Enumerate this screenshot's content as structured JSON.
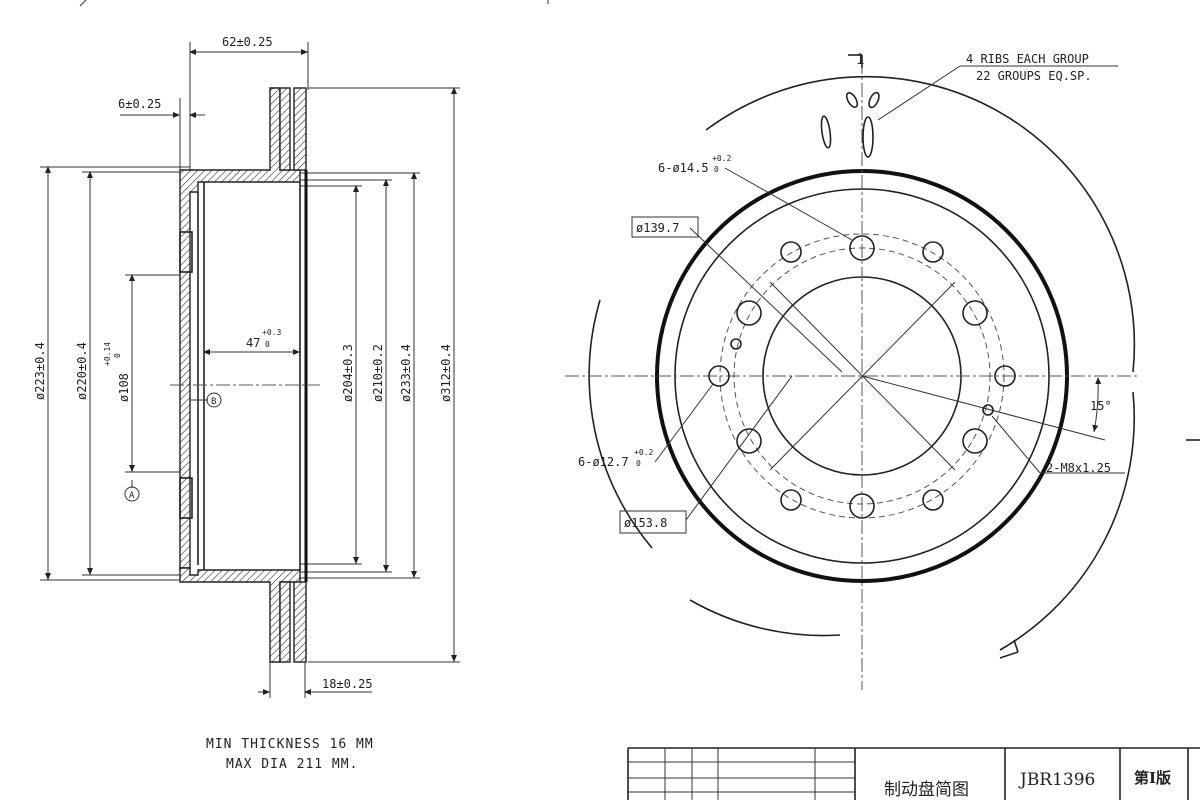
{
  "side_view": {
    "dim_width": "62±0.25",
    "dim_flange": "6±0.25",
    "dim_d223": "ø223±0.4",
    "dim_d220": "ø220±0.4",
    "dim_d108": "ø108",
    "dim_d108_tol": "+0.14",
    "dim_d108_tol2": "0",
    "dim_depth": "47",
    "dim_depth_tol": "+0.3",
    "dim_depth_tol2": "0",
    "dim_d204": "ø204±0.3",
    "dim_d210": "ø210±0.2",
    "dim_d233": "ø233±0.4",
    "dim_d312": "ø312±0.4",
    "dim_thickness": "18±0.25",
    "datum_a": "A",
    "datum_b": "B"
  },
  "notes": {
    "min_thickness": "MIN THICKNESS 16 MM",
    "max_dia": "MAX DIA 211 MM."
  },
  "front_view": {
    "section_mark": "1",
    "ribs_line1": "4 RIBS EACH GROUP",
    "ribs_line2": "22 GROUPS EQ.SP.",
    "holes_large": "6-ø14.5",
    "holes_large_tol": "+0.2",
    "holes_large_tol2": "0",
    "pcd_small": "ø139.7",
    "holes_small": "6-ø12.7",
    "holes_small_tol": "+0.2",
    "holes_small_tol2": "0",
    "pcd_large": "ø153.8",
    "angle": "15°",
    "thread": "2-M8x1.25"
  },
  "title_block": {
    "name": "制动盘简图",
    "part_no": "JBR1396",
    "edition": "第Ⅰ版"
  }
}
